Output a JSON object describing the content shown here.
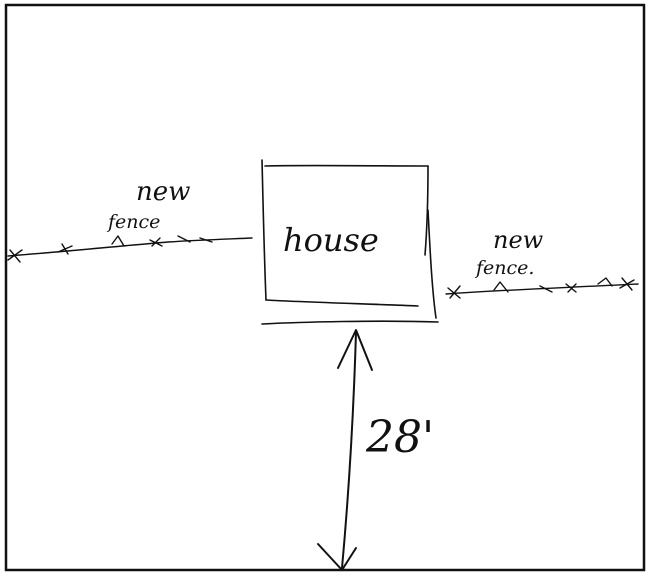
{
  "labels": {
    "house": "house",
    "left_fence_line1": "new",
    "left_fence_line2": "fence",
    "right_fence_line1": "new",
    "right_fence_line2": "fence.",
    "distance": "28'"
  },
  "colors": {
    "ink": "#111111",
    "paper": "#ffffff"
  }
}
